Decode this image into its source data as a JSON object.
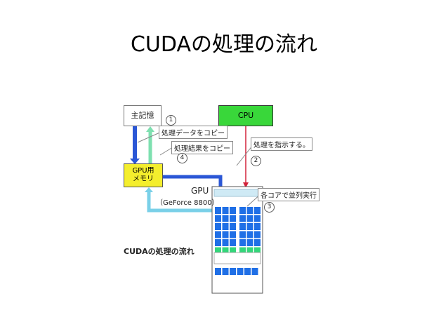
{
  "slide": {
    "title": "CUDAの処理の流れ"
  },
  "diagram": {
    "main_memory": "主記憶",
    "cpu": "CPU",
    "gpu_memory_line1": "GPU用",
    "gpu_memory_line2": "メモリ",
    "gpu_label": "GPU",
    "gpu_model": "（GeForce 8800）",
    "steps": [
      {
        "num": "1",
        "label": "処理データをコピー"
      },
      {
        "num": "2",
        "label": "処理を指示する。"
      },
      {
        "num": "3",
        "label": "各コアで並列実行"
      },
      {
        "num": "4",
        "label": "処理結果をコピー"
      }
    ],
    "caption": "CUDAの処理の流れ"
  },
  "colors": {
    "cpu": "#39d73a",
    "gpu_memory": "#f4ee2d",
    "copy_to_gpu_arrow": "#2b57d6",
    "copy_back_arrow": "#7ad0e8",
    "instruct_arrow": "#d2233a",
    "core_blue": "#1f6fe6",
    "core_green": "#33d67a"
  }
}
